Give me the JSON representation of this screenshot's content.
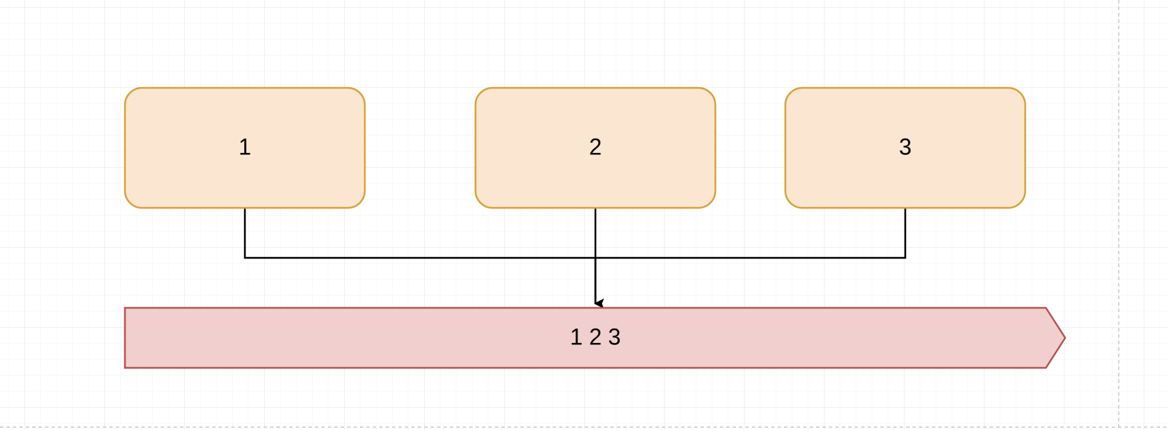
{
  "diagram": {
    "nodes": [
      {
        "id": "box-1",
        "label": "1"
      },
      {
        "id": "box-2",
        "label": "2"
      },
      {
        "id": "box-3",
        "label": "3"
      }
    ],
    "target": {
      "id": "combined-arrow",
      "label": "1 2 3"
    }
  },
  "colors": {
    "canvas_background": "#ffffff",
    "grid_major": "#e0e0e0",
    "grid_minor": "#f2f2f2",
    "page_border": "#c8c8c8",
    "box_fill": "#fbe6d1",
    "box_stroke": "#d6a33a",
    "arrow_fill": "#f1cfcf",
    "arrow_stroke": "#b8534f",
    "connector": "#000000"
  }
}
